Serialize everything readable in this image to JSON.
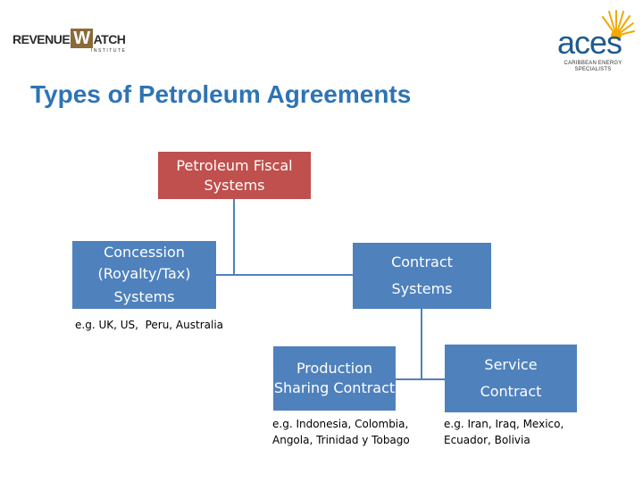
{
  "logos": {
    "revenue_watch": {
      "text_left": "REVENUE",
      "text_w": "W",
      "text_right": "ATCH",
      "sub": "INSTITUTE"
    },
    "aces": {
      "text": "aces",
      "sub_line1": "CARIBBEAN ENERGY",
      "sub_line2": "SPECIALISTS"
    }
  },
  "title": "Types of Petroleum Agreements",
  "diagram": {
    "root": {
      "line1": "Petroleum Fiscal",
      "line2": "Systems"
    },
    "concession": {
      "line1": "Concession",
      "line2": "(Royalty/Tax)",
      "line3": "Systems"
    },
    "contract": {
      "line1": "Contract",
      "line2": "Systems"
    },
    "psc": {
      "line1": "Production",
      "line2": "Sharing Contract"
    },
    "service": {
      "line1": "Service",
      "line2": "Contract"
    }
  },
  "captions": {
    "concession": "e.g. UK, US,  Peru, Australia",
    "psc_line1": "e.g. Indonesia, Colombia,",
    "psc_line2": "Angola, Trinidad y Tobago",
    "service_line1": "e.g. Iran, Iraq, Mexico,",
    "service_line2": "Ecuador, Bolivia"
  },
  "colors": {
    "root": "#c0504d",
    "child": "#4f81bd",
    "connector": "#4f81bd",
    "title": "#2e74b5"
  }
}
